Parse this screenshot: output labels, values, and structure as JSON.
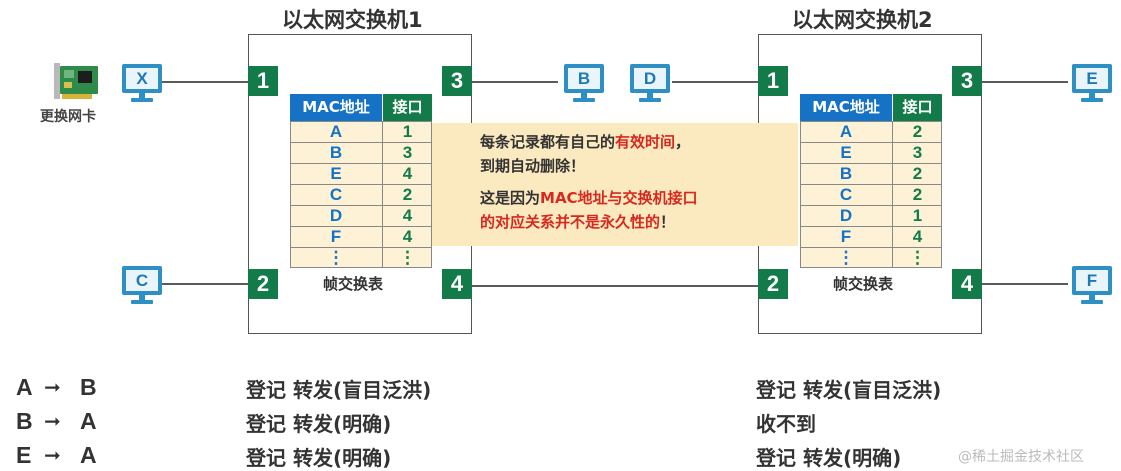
{
  "switches": [
    {
      "title": "以太网交换机1",
      "ports": [
        "1",
        "2",
        "3",
        "4"
      ],
      "table_headers": {
        "mac": "MAC地址",
        "port": "接口"
      },
      "rows": [
        {
          "mac": "A",
          "port": "1"
        },
        {
          "mac": "B",
          "port": "3"
        },
        {
          "mac": "E",
          "port": "4"
        },
        {
          "mac": "C",
          "port": "2"
        },
        {
          "mac": "D",
          "port": "4"
        },
        {
          "mac": "F",
          "port": "4"
        },
        {
          "mac": "⋮",
          "port": "⋮"
        }
      ],
      "caption": "帧交换表"
    },
    {
      "title": "以太网交换机2",
      "ports": [
        "1",
        "2",
        "3",
        "4"
      ],
      "table_headers": {
        "mac": "MAC地址",
        "port": "接口"
      },
      "rows": [
        {
          "mac": "A",
          "port": "2"
        },
        {
          "mac": "E",
          "port": "3"
        },
        {
          "mac": "B",
          "port": "2"
        },
        {
          "mac": "C",
          "port": "2"
        },
        {
          "mac": "D",
          "port": "1"
        },
        {
          "mac": "F",
          "port": "4"
        },
        {
          "mac": "⋮",
          "port": "⋮"
        }
      ],
      "caption": "帧交换表"
    }
  ],
  "hosts": {
    "x": "X",
    "c": "C",
    "b": "B",
    "d": "D",
    "e": "E",
    "f": "F"
  },
  "nic_label": "更换网卡",
  "note": {
    "line1_prefix": "每条记录都有自己的",
    "line1_red": "有效时间",
    "line1_suffix": "，",
    "line2": "到期自动删除！",
    "line3_prefix": "这是因为",
    "line3_red": "MAC地址与交换机接口",
    "line4_red": "的对应关系并不是永久性的",
    "line4_suffix": "！"
  },
  "flows": [
    {
      "from": "A",
      "to": "B",
      "sw1": "登记   转发(盲目泛洪)",
      "sw2": "登记   转发(盲目泛洪)"
    },
    {
      "from": "B",
      "to": "A",
      "sw1": "登记   转发(明确)",
      "sw2": "收不到"
    },
    {
      "from": "E",
      "to": "A",
      "sw1": "登记   转发(明确)",
      "sw2": "登记   转发(明确)"
    }
  ],
  "arrow": "➞",
  "watermark": "@稀土掘金技术社区",
  "colors": {
    "port": "#137a4a",
    "mac_header": "#1672c4",
    "highlight": "#fbe9bf",
    "red": "#d8291f",
    "host": "#2d8fc4"
  }
}
